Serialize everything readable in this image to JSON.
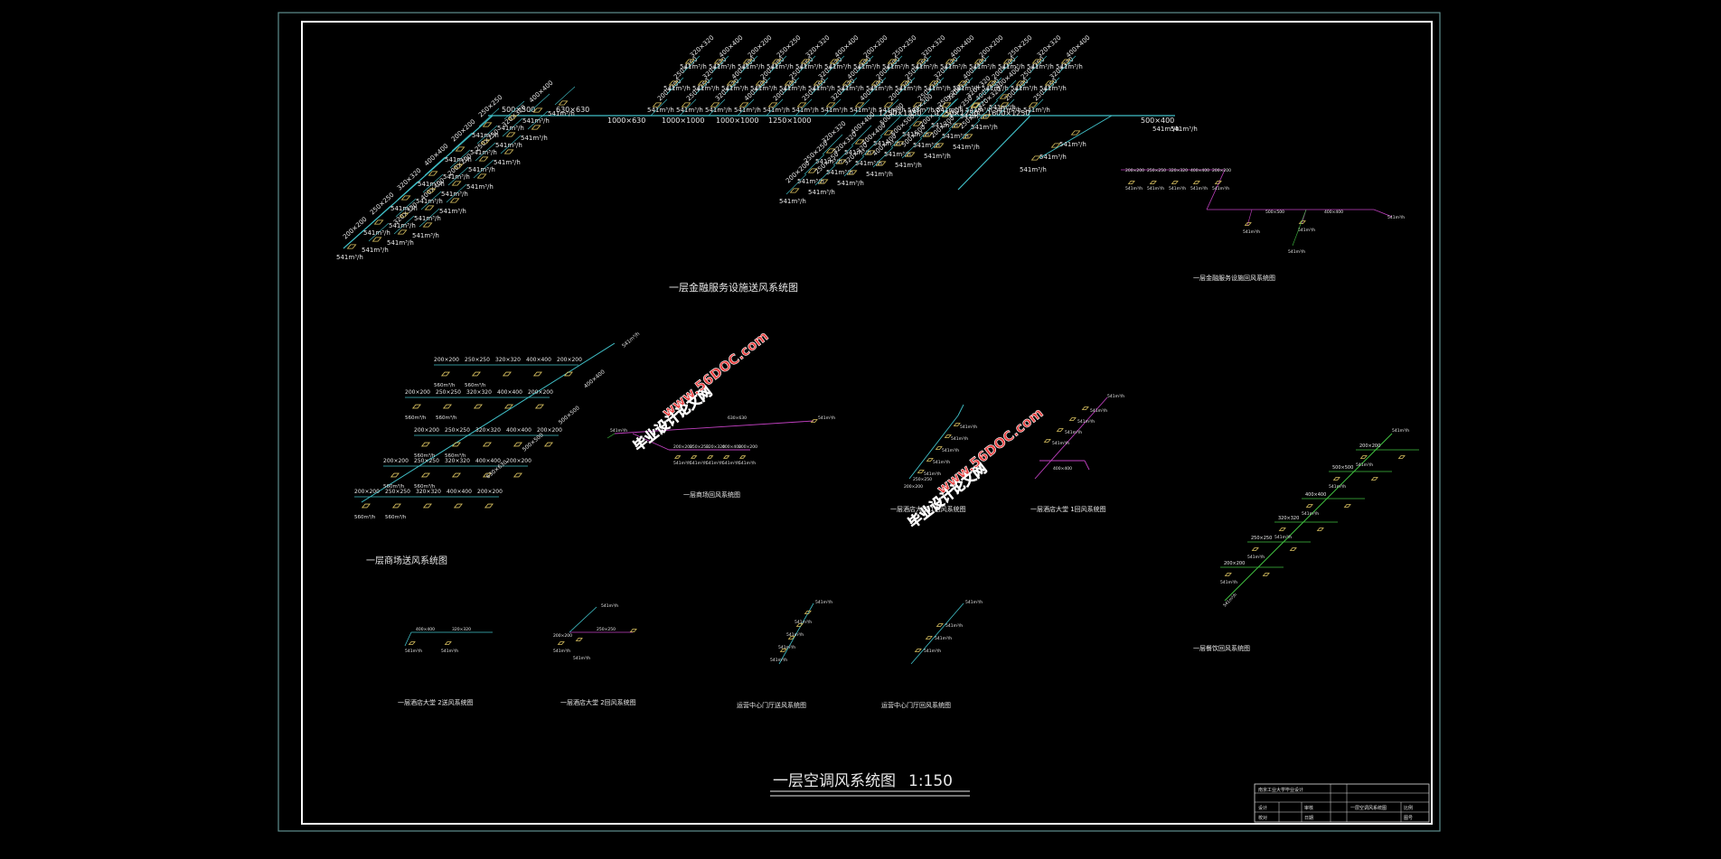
{
  "drawing_title": "一层空调风系统图",
  "drawing_scale": "1:150",
  "diagrams": {
    "financial_supply": "一层金融服务设施送风系统图",
    "financial_return": "一层金融服务设施回风系统图",
    "mall_supply": "一层商场送风系统图",
    "mall_return": "一层商场回风系统图",
    "hotel_lobby_1_supply": "一层酒店大堂 1送风系统图",
    "hotel_lobby_1_return": "一层酒店大堂 1回风系统图",
    "hotel_lobby_2_supply": "一层酒店大堂 2送风系统图",
    "hotel_lobby_2_return": "一层酒店大堂 2回风系统图",
    "office_lobby_supply": "运营中心门厅送风系统图",
    "office_lobby_return": "运营中心门厅回风系统图",
    "restaurant_return": "一层餐饮回风系统图"
  },
  "labels": {
    "airflow": "541m³/h",
    "airflow_small": "560m³/h",
    "duct_sizes": [
      "200×200",
      "250×250",
      "320×320",
      "400×400",
      "500×500",
      "630×630",
      "1000×630",
      "1000×1000",
      "1250×1000",
      "1250×1250",
      "1600×1250",
      "200×250",
      "500×400",
      "400×200"
    ]
  },
  "watermark": {
    "site": "www.56DOC.com",
    "brand": "毕业设计论文网"
  },
  "title_block": {
    "project": "南京工业大学毕业设计",
    "drawing_name": "一层空调风系统图",
    "rows": [
      "设计",
      "校对",
      "审核",
      "日期",
      "比例",
      "图号"
    ]
  },
  "colors": {
    "background": "#000000",
    "frame": "#ffffff",
    "outer_frame": "#5f8f8f",
    "supply_duct": "#40c0c8",
    "return_duct": "#c040c0",
    "branch_duct": "#40c040",
    "text": "#e8e8e8",
    "diffuser": "#d8c060",
    "watermark_text": "#e84040",
    "watermark_outline": "#ffffff"
  }
}
